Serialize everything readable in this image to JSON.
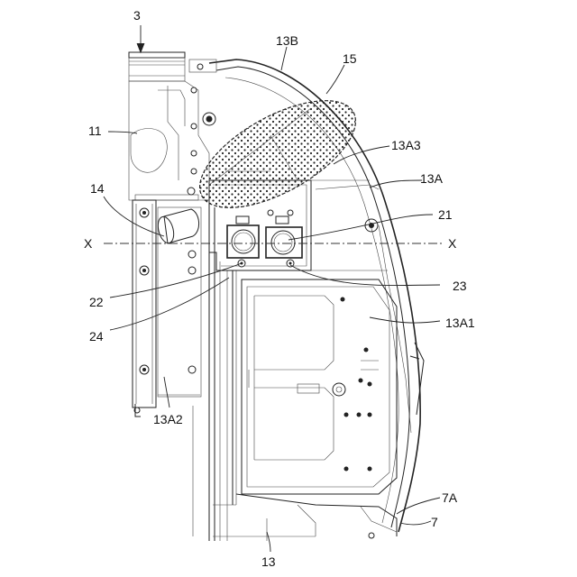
{
  "labels": {
    "l3": "3",
    "l13B": "13B",
    "l15": "15",
    "l11": "11",
    "l13A3": "13A3",
    "l13A": "13A",
    "l14": "14",
    "l21": "21",
    "lX_left": "X",
    "lX_right": "X",
    "l22": "22",
    "l23": "23",
    "l24": "24",
    "l13A1": "13A1",
    "l13A2": "13A2",
    "l7A": "7A",
    "l7": "7",
    "l13": "13"
  }
}
